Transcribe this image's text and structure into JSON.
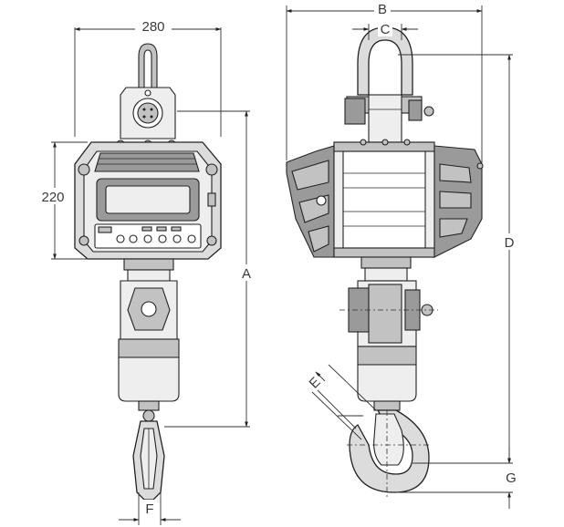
{
  "dimensions": {
    "width_front": "280",
    "height_display": "220",
    "total_height": "A",
    "body_depth": "B",
    "shackle_opening": "C",
    "overall_height_side": "D",
    "hook_opening": "E",
    "hook_width": "F",
    "hook_throat": "G"
  }
}
